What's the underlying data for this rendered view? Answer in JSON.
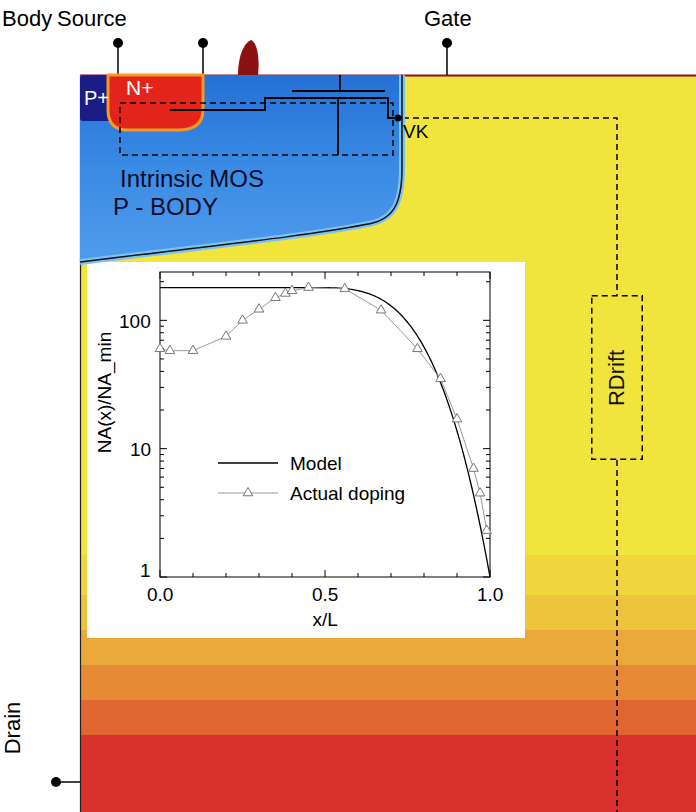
{
  "diagram": {
    "nodes": [
      {
        "text": [
          "P - BODY"
        ]
      },
      {
        "text": [
          "P+"
        ],
        "in": 0
      },
      {
        "text": [
          "N+"
        ],
        "in": 0
      },
      {
        "text": [
          "Intrinsic MOS"
        ],
        "in": 0
      },
      {
        "text": [
          "RDrift"
        ]
      }
    ],
    "edges": [
      {
        "from": 3,
        "to": 4,
        "arrow": "none"
      }
    ],
    "labels": [
      "Body",
      "Source",
      "Gate",
      "VK",
      "NA(x)/NA_min",
      "100",
      "10",
      "1",
      "0.0",
      "0.5",
      "1.0",
      "x/L",
      "Drain"
    ],
    "legend": [
      {
        "text": "Model"
      },
      {
        "text": "Actual doping"
      }
    ]
  }
}
